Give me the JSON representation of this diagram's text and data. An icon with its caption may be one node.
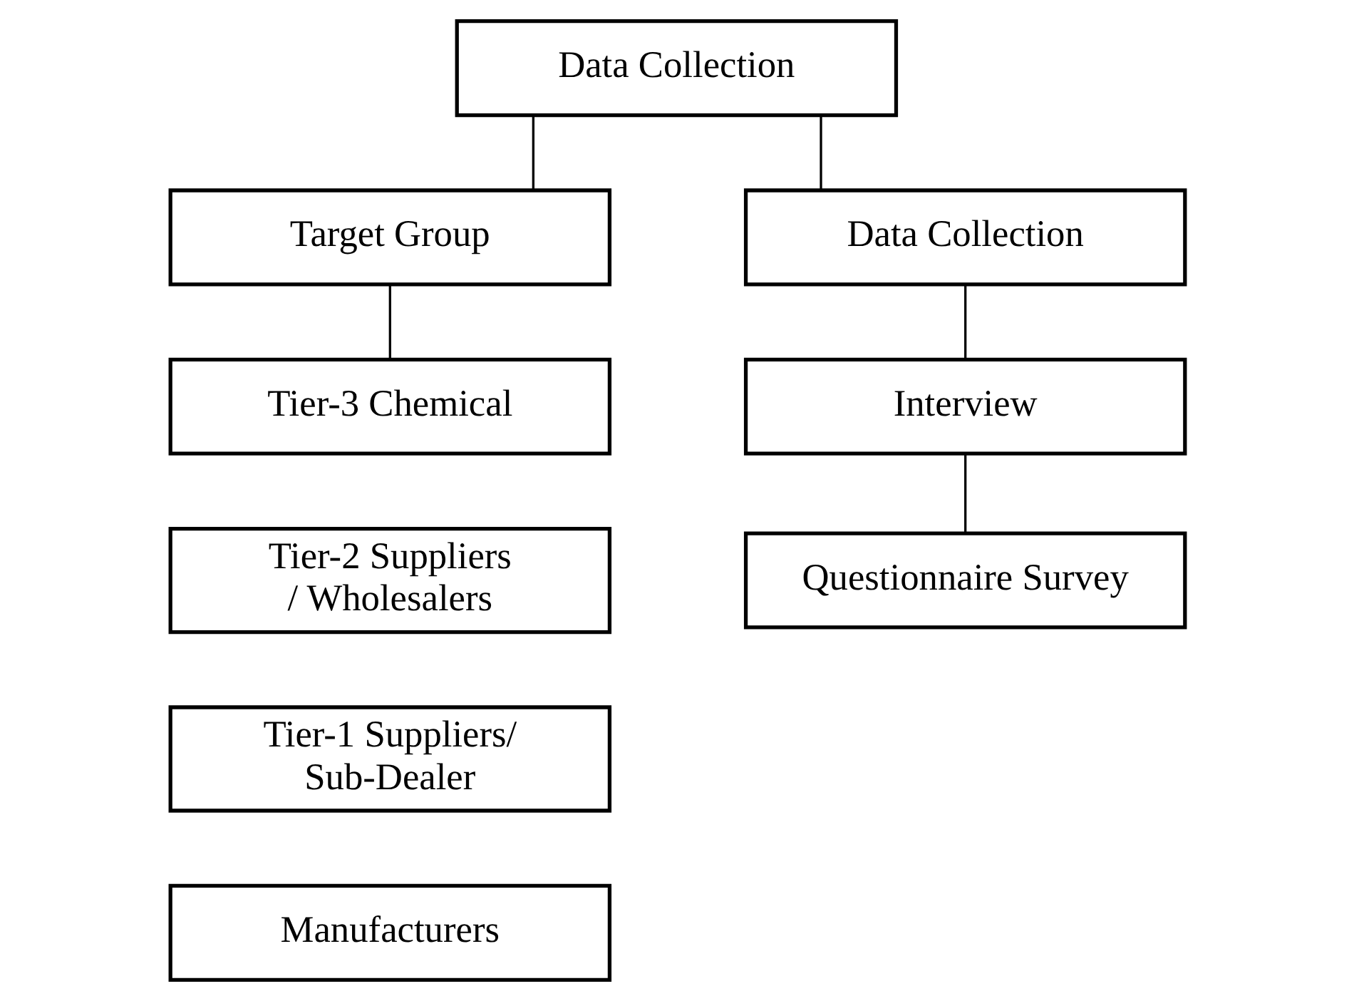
{
  "diagram": {
    "nodes": [
      {
        "text": [
          "Data Collection"
        ]
      },
      {
        "text": [
          "Target Group"
        ]
      },
      {
        "text": [
          "Data Collection"
        ]
      },
      {
        "text": [
          "Tier-3 Chemical"
        ]
      },
      {
        "text": [
          "Interview"
        ]
      },
      {
        "text": [
          "Tier-2 Suppliers / Wholesalers"
        ]
      },
      {
        "text": [
          "Questionnaire Survey"
        ]
      },
      {
        "text": [
          "Tier-1 Suppliers/ Sub-Dealer"
        ]
      },
      {
        "text": [
          "Manufacturers"
        ]
      }
    ],
    "edges": [
      {
        "from": 0,
        "to": 1,
        "arrow": "none"
      },
      {
        "from": 0,
        "to": 2,
        "arrow": "none"
      },
      {
        "from": 1,
        "to": 3,
        "arrow": "none"
      },
      {
        "from": 2,
        "to": 4,
        "arrow": "none"
      },
      {
        "from": 4,
        "to": 6,
        "arrow": "none"
      }
    ]
  }
}
